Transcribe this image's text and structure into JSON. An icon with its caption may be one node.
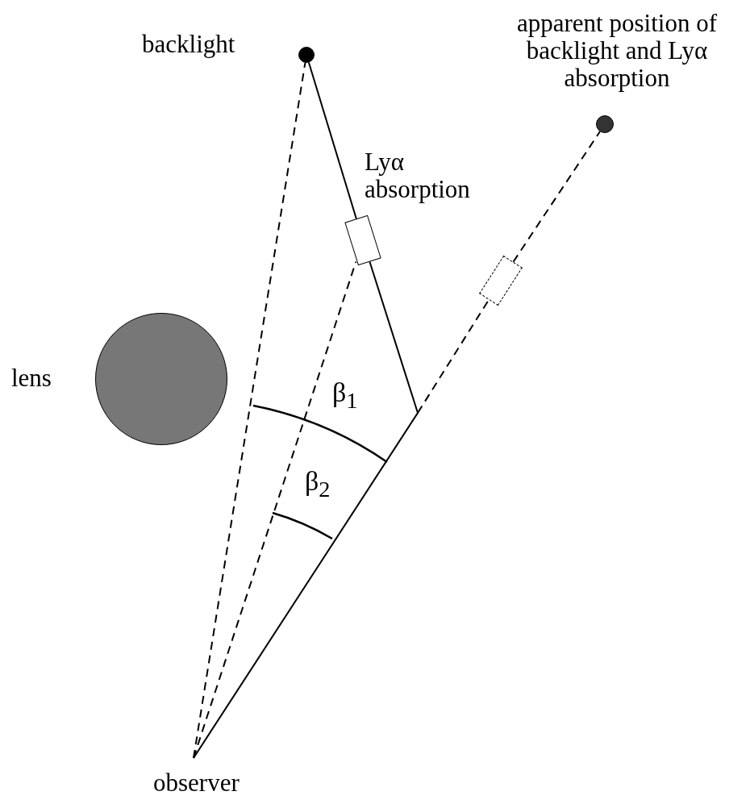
{
  "diagram": {
    "nodes": [
      {
        "text": [],
        "shape": "circle",
        "beside": [
          "backlight"
        ]
      },
      {
        "text": [],
        "shape": "circle",
        "beside": [
          "apparent position of backlight and Lyα absorption"
        ]
      },
      {
        "text": [],
        "shape": "box",
        "beside": [
          "Lyα absorption"
        ]
      },
      {
        "text": [],
        "shape": "box"
      },
      {
        "text": [],
        "shape": "circle",
        "beside": [
          "lens"
        ]
      },
      {
        "text": [
          "observer"
        ]
      }
    ],
    "edges": [
      {
        "from": 5,
        "to": 0,
        "arrow": "none",
        "style": "dashed"
      },
      {
        "from": 5,
        "to": 2,
        "arrow": "none",
        "style": "dashed"
      },
      {
        "from": 5,
        "to": 2,
        "arrow": "none"
      },
      {
        "from": 2,
        "to": 0,
        "arrow": "none"
      },
      {
        "from": null,
        "to": 3,
        "arrow": "none",
        "style": "dashed"
      },
      {
        "from": 3,
        "to": 1,
        "arrow": "none",
        "style": "dashed"
      }
    ],
    "labels": [
      "β$_{1}$",
      "β$_{2}$"
    ]
  }
}
